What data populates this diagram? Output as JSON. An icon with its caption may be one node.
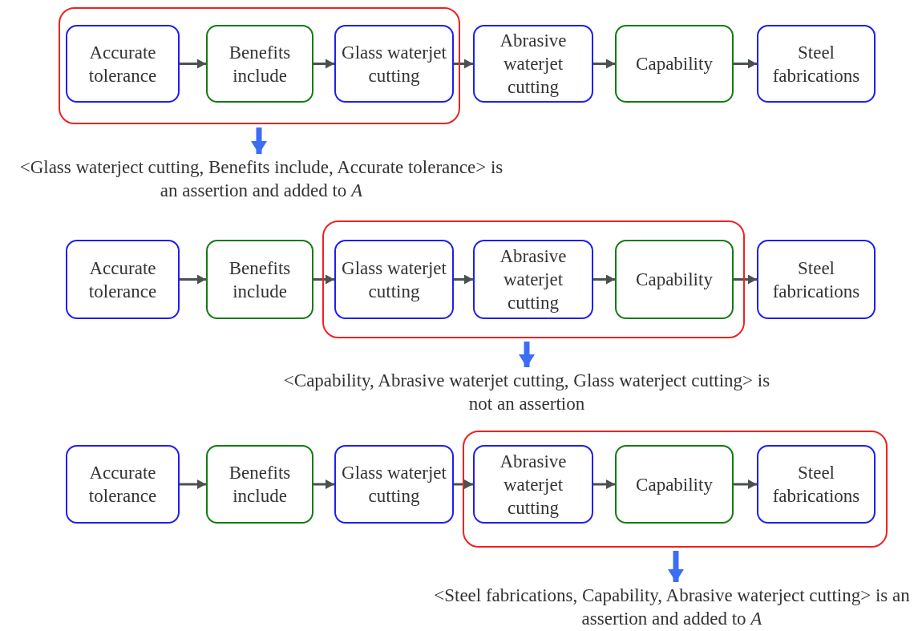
{
  "diagram": {
    "nodes": [
      {
        "text": [],
        "shape": "box"
      },
      {
        "text": [
          "Accurate tolerance"
        ],
        "in": 0
      },
      {
        "text": [
          "Benefits include"
        ],
        "in": 0
      },
      {
        "text": [
          "Glass waterjet cutting"
        ],
        "in": 0
      },
      {
        "text": [
          "Abrasive waterjet cutting"
        ]
      },
      {
        "text": [
          "Capability"
        ]
      },
      {
        "text": [
          "Steel fabrications"
        ]
      },
      {
        "text": [
          "<Glass waterject cutting, Benefits include, Accurate tolerance> is an assertion and added to *A*"
        ]
      },
      {
        "text": [
          "Accurate tolerance"
        ]
      },
      {
        "text": [
          "Benefits include"
        ]
      },
      {
        "text": [],
        "shape": "box"
      },
      {
        "text": [
          "Glass waterjet cutting"
        ],
        "in": 10
      },
      {
        "text": [
          "Abrasive waterjet cutting"
        ],
        "in": 10
      },
      {
        "text": [
          "Capability"
        ],
        "in": 10
      },
      {
        "text": [
          "Steel fabrications"
        ]
      },
      {
        "text": [
          "<Capability, Abrasive waterjet cutting, Glass waterject cutting> is not an assertion"
        ]
      },
      {
        "text": [
          "Accurate tolerance"
        ]
      },
      {
        "text": [
          "Benefits include"
        ]
      },
      {
        "text": [
          "Glass waterjet cutting"
        ]
      },
      {
        "text": [],
        "shape": "box"
      },
      {
        "text": [
          "Abrasive waterjet cutting"
        ],
        "in": 19
      },
      {
        "text": [
          "Capability"
        ],
        "in": 19
      },
      {
        "text": [
          "Steel fabrications"
        ],
        "in": 19
      },
      {
        "text": [
          "<Steel fabrications, Capability, Abrasive waterject cutting> is an assertion and added to *A*"
        ]
      }
    ],
    "edges": [
      {
        "from": 1,
        "to": 2,
        "arrow": "to"
      },
      {
        "from": 2,
        "to": 3,
        "arrow": "to"
      },
      {
        "from": 3,
        "to": 4,
        "arrow": "to"
      },
      {
        "from": 4,
        "to": 5,
        "arrow": "to"
      },
      {
        "from": 5,
        "to": 6,
        "arrow": "to"
      },
      {
        "from": 0,
        "to": 7,
        "arrow": "to",
        "style": "thick",
        "color": "#3b6ef5"
      },
      {
        "from": 8,
        "to": 9,
        "arrow": "to"
      },
      {
        "from": 9,
        "to": 11,
        "arrow": "to"
      },
      {
        "from": 11,
        "to": 12,
        "arrow": "to"
      },
      {
        "from": 12,
        "to": 13,
        "arrow": "to"
      },
      {
        "from": 13,
        "to": 14,
        "arrow": "to"
      },
      {
        "from": 10,
        "to": 15,
        "arrow": "to",
        "style": "thick",
        "color": "#3b6ef5"
      },
      {
        "from": 16,
        "to": 17,
        "arrow": "to"
      },
      {
        "from": 17,
        "to": 18,
        "arrow": "to"
      },
      {
        "from": 18,
        "to": 20,
        "arrow": "to"
      },
      {
        "from": 20,
        "to": 21,
        "arrow": "to"
      },
      {
        "from": 21,
        "to": 22,
        "arrow": "to"
      },
      {
        "from": 19,
        "to": 23,
        "arrow": "to",
        "style": "thick",
        "color": "#3b6ef5"
      }
    ]
  }
}
